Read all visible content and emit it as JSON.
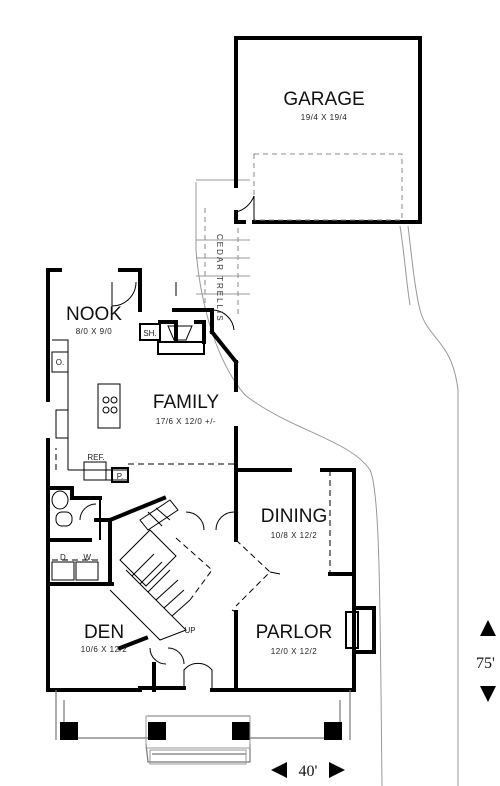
{
  "rooms": {
    "garage": {
      "name": "GARAGE",
      "dims": "19/4  X  19/4"
    },
    "nook": {
      "name": "NOOK",
      "dims": "8/0  X  9/0"
    },
    "family": {
      "name": "FAMILY",
      "dims": "17/6  X  12/0  +/-"
    },
    "dining": {
      "name": "DINING",
      "dims": "10/8  X  12/2"
    },
    "den": {
      "name": "DEN",
      "dims": "10/6  X  12/2"
    },
    "parlor": {
      "name": "PARLOR",
      "dims": "12/0  X  12/2"
    }
  },
  "labels": {
    "cedar_trellis": "CEDAR TRELLIS",
    "shower": "SH.",
    "refrigerator": "REF.",
    "pantry": "P.",
    "washer": "W.",
    "dryer": "D.",
    "oven": "O.",
    "stairs_up": "UP"
  },
  "dimensions": {
    "width": "40'",
    "depth": "75'"
  }
}
